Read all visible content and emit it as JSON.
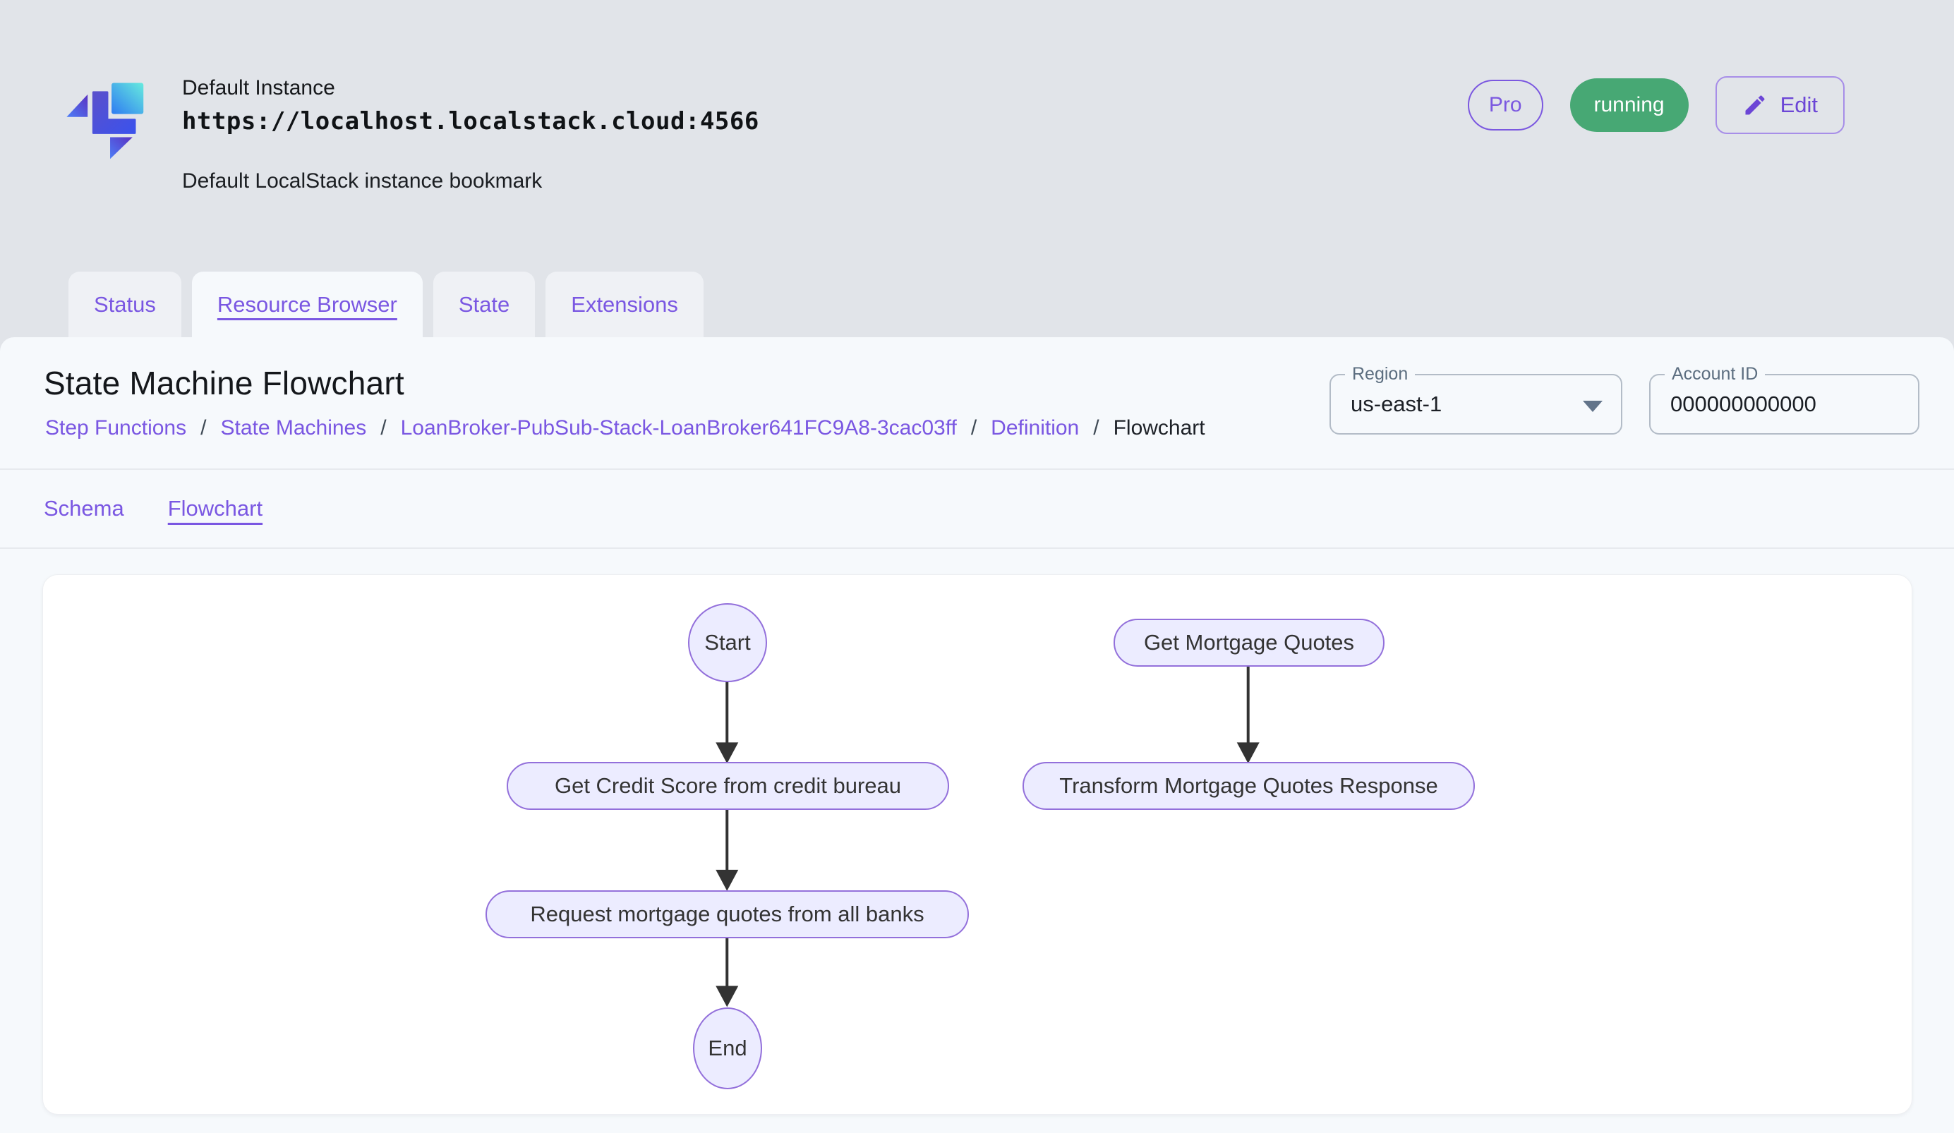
{
  "header": {
    "instance_name": "Default Instance",
    "instance_url": "https://localhost.localstack.cloud:4566",
    "instance_description": "Default LocalStack instance bookmark",
    "pro_badge": "Pro",
    "status_badge": "running",
    "edit_button": "Edit"
  },
  "tabs": [
    {
      "label": "Status",
      "active": false
    },
    {
      "label": "Resource Browser",
      "active": true
    },
    {
      "label": "State",
      "active": false
    },
    {
      "label": "Extensions",
      "active": false
    }
  ],
  "page": {
    "title": "State Machine Flowchart",
    "breadcrumbs": [
      "Step Functions",
      "State Machines",
      "LoanBroker-PubSub-Stack-LoanBroker641FC9A8-3cac03ff",
      "Definition",
      "Flowchart"
    ],
    "breadcrumb_separator": "/",
    "region": {
      "label": "Region",
      "value": "us-east-1"
    },
    "account": {
      "label": "Account ID",
      "value": "000000000000"
    },
    "subtabs": [
      {
        "label": "Schema",
        "active": false
      },
      {
        "label": "Flowchart",
        "active": true
      }
    ]
  },
  "flowchart": {
    "nodes": [
      {
        "id": "start",
        "label": "Start",
        "shape": "circle"
      },
      {
        "id": "get-credit-score",
        "label": "Get Credit Score from credit bureau",
        "shape": "pill"
      },
      {
        "id": "request-quotes",
        "label": "Request mortgage quotes from all banks",
        "shape": "pill"
      },
      {
        "id": "end",
        "label": "End",
        "shape": "ellipse"
      },
      {
        "id": "get-mortgage-quotes",
        "label": "Get Mortgage Quotes",
        "shape": "pill"
      },
      {
        "id": "transform-response",
        "label": "Transform Mortgage Quotes Response",
        "shape": "pill"
      }
    ],
    "edges": [
      {
        "from": "start",
        "to": "get-credit-score"
      },
      {
        "from": "get-credit-score",
        "to": "request-quotes"
      },
      {
        "from": "request-quotes",
        "to": "end"
      },
      {
        "from": "get-mortgage-quotes",
        "to": "transform-response"
      }
    ],
    "colors": {
      "node_fill": "#ECECFF",
      "node_border": "#9370DB",
      "edge": "#333333"
    }
  },
  "colors": {
    "accent_purple": "#7a57e2",
    "status_green": "#47a874",
    "page_background": "#e1e4e9",
    "panel_background": "#f6f9fc"
  }
}
